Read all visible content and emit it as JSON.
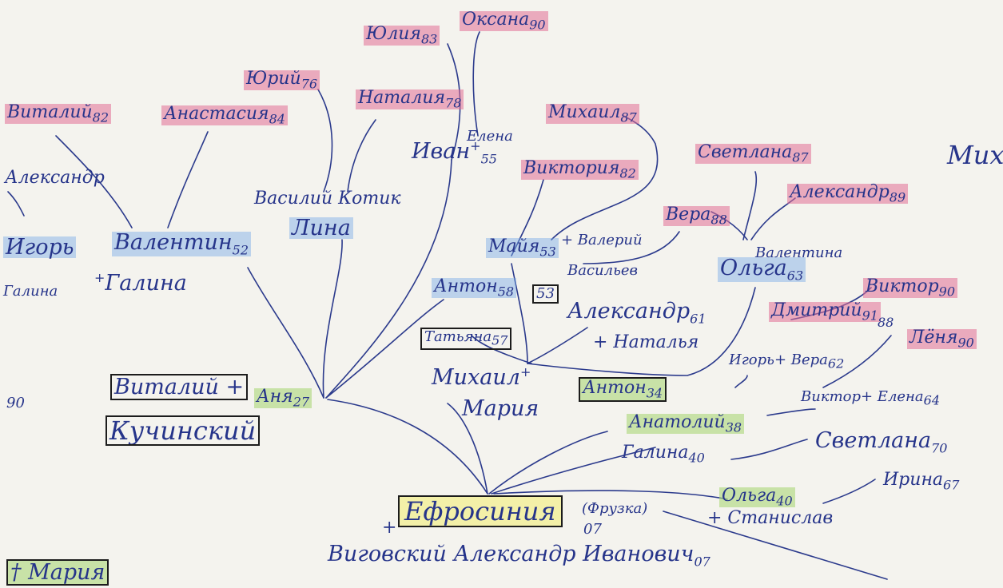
{
  "colors": {
    "ink": "#26348a",
    "highlight_red": "#e26e96",
    "highlight_blue": "#78aae6",
    "highlight_green": "#aad778",
    "highlight_yellow": "#f3f0a8",
    "paper": "#f4f3ee"
  },
  "names": {
    "yulia": "Юлия",
    "yulia_age": "83",
    "oksana": "Оксана",
    "oksana_age": "90",
    "yuriy": "Юрий",
    "yuriy_age": "76",
    "natalia": "Наталия",
    "natalia_age": "78",
    "elena": "Елена",
    "vitaliy_top": "Виталий",
    "vitaliy_top_age": "82",
    "anastasia": "Анастасия",
    "anastasia_age": "84",
    "mikhail_top": "Михаил",
    "mikhail_top_age": "87",
    "ivan": "Иван",
    "ivan_mark": "+",
    "ivan_age": "55",
    "aleksandr_left": "Александр",
    "viktoria": "Виктория",
    "viktoria_age": "82",
    "svetlana_top": "Светлана",
    "svetlana_top_age": "87",
    "mikh_edge": "Мих",
    "vasiliy_kotik": "Василий Котик",
    "aleksandr_right": "Александр",
    "aleksandr_right_age": "89",
    "lina": "Лина",
    "vera": "Вера",
    "vera_age": "88",
    "igor_left": "Игорь",
    "valentin": "Валентин",
    "valentin_age": "52",
    "galina": "Галина",
    "galina_mark": "+",
    "galina_left": "Галина",
    "maiya": "Майя",
    "maiya_age": "53",
    "valeriy": "+ Валерий",
    "vasiliev": "Васильев",
    "valentina": "Валентина",
    "olga_top": "Ольга",
    "olga_top_age": "63",
    "viktor": "Виктор",
    "viktor_age": "90",
    "dmitriy": "Дмитрий",
    "dmitriy_age": "91",
    "lyonya": "Лёня",
    "lyonya_age": "88",
    "lyonya_age2": "90",
    "anton_top": "Антон",
    "anton_top_age": "58",
    "box_53": "53",
    "aleksandr_mid": "Александр",
    "aleksandr_mid_age": "61",
    "tatiana": "Татьяна",
    "tatiana_age": "57",
    "natalya": "+ Наталья",
    "igor_right": "Игорь",
    "vera_right": "+ Вера",
    "igor_right_age": "62",
    "mikhail_mid": "Михаил",
    "mikhail_mid_mark": "+",
    "mariya_mid": "Мария",
    "anton_box": "Антон",
    "anton_box_age": "34",
    "viktor2": "Виктор",
    "elena2": "+ Елена",
    "viktor2_age": "64",
    "vitaliy_box": "Виталий +",
    "anya": "Аня",
    "anya_age": "27",
    "kuchinskiy": "Кучинский",
    "left_edge_age": "90",
    "anatoliy": "Анатолий",
    "anatoliy_age": "38",
    "galina_anatoliy": "Галина",
    "galina_anatoliy_age": "40",
    "svetlana_mid": "Светлана",
    "svetlana_mid_age": "70",
    "irina": "Ирина",
    "irina_age": "67",
    "olga_low": "Ольга",
    "olga_low_age": "40",
    "stanislav": "+ Станислав",
    "efrosiniya": "Ефросиния",
    "efrosiniya_nick": "(Фрузка)",
    "efrosiniya_year": "07",
    "spouse_mark": "+",
    "spouse": "Виговский Александр Иванович",
    "spouse_year": "07",
    "mariya_box": "† Мария"
  }
}
